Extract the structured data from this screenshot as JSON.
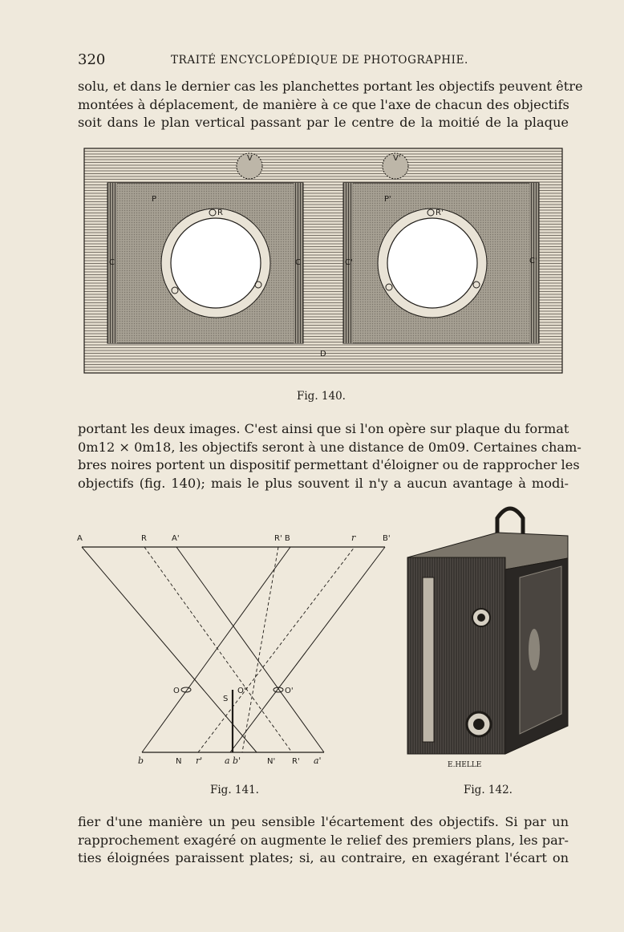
{
  "header": {
    "page_number": "320",
    "running_title": "TRAITÉ ENCYCLOPÉDIQUE DE PHOTOGRAPHIE."
  },
  "paragraphs": {
    "p1": [
      "solu, et dans le dernier cas les planchettes portant les objectifs peuvent être",
      "montées à déplacement, de manière à ce que l'axe de chacun des objectifs",
      "soit dans le plan vertical passant par le centre de la moitié de la plaque"
    ],
    "p2": [
      "portant les deux images. C'est ainsi que si l'on opère sur plaque du format",
      "0m12 × 0m18, les objectifs seront à une distance de 0m09. Certaines cham-",
      "bres noires portent un dispositif permettant d'éloigner ou de rapprocher les",
      "objectifs (fig. 140); mais le plus souvent il n'y a aucun avantage à modi-"
    ],
    "p3": [
      "fier d'une manière un peu sensible l'écartement des objectifs. Si par un",
      "rapprochement exagéré on augmente le relief des premiers plans, les par-",
      "ties éloignées paraissent plates; si, au contraire, en exagérant l'écart on"
    ]
  },
  "figures": {
    "fig140": {
      "caption": "Fig. 140.",
      "labels": {
        "v1": "V",
        "v2": "V'",
        "p1": "P",
        "p2": "P'",
        "r1": "R",
        "r2": "R'",
        "c1": "C",
        "c2": "C",
        "c3": "C'",
        "c4": "C'",
        "d": "D"
      }
    },
    "fig141": {
      "caption": "Fig. 141.",
      "labels": {
        "A": "A",
        "R": "R",
        "A2": "A'",
        "R2B": "R' B",
        "r": "r",
        "B2": "B'",
        "O": "O",
        "S": "S",
        "O3": "O\"",
        "O2": "O'",
        "b": "b",
        "N": "N",
        "r2": "r'",
        "ab": "a b'",
        "N2": "N'",
        "R3": "R'",
        "a2": "a'"
      }
    },
    "fig142": {
      "caption": "Fig. 142.",
      "signature": "E.HELLE"
    }
  },
  "colors": {
    "paper": "#efe9dc",
    "ink": "#1e1b17"
  }
}
